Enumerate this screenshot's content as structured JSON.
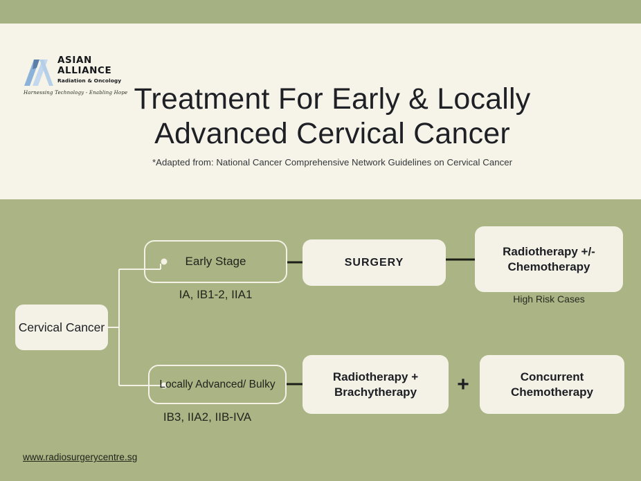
{
  "theme": {
    "green_band": "#a5b083",
    "green_body": "#aab484",
    "cream": "#f4f2e6",
    "header_cream": "#f6f4e8",
    "text_dark": "#1c1e23",
    "connector_light": "#f4f2e6",
    "connector_dark": "#1b1d16"
  },
  "header": {
    "logo": {
      "line1": "ASIAN",
      "line2": "ALLIANCE",
      "subtitle": "Radiation & Oncology",
      "tagline": "Harnessing Technology  -  Enabling Hope"
    },
    "title": "Treatment For Early & Locally Advanced Cervical Cancer",
    "subtitle": "*Adapted from: National Cancer Comprehensive Network Guidelines on Cervical Cancer"
  },
  "flow": {
    "root": {
      "label": "Cervical Cancer"
    },
    "branches": [
      {
        "stage_label": "Early Stage",
        "stage_codes": "IA, IB1-2, IIA1",
        "treatment": "SURGERY",
        "followup": "Radiotherapy +/- Chemotherapy",
        "followup_note": "High Risk Cases"
      },
      {
        "stage_label": "Locally Advanced/ Bulky",
        "stage_codes": "IB3, IIA2, IIB-IVA",
        "treatment": "Radiotherapy + Brachytherapy",
        "combiner": "+",
        "followup": "Concurrent Chemotherapy"
      }
    ]
  },
  "footer": {
    "url": "www.radiosurgerycentre.sg"
  }
}
